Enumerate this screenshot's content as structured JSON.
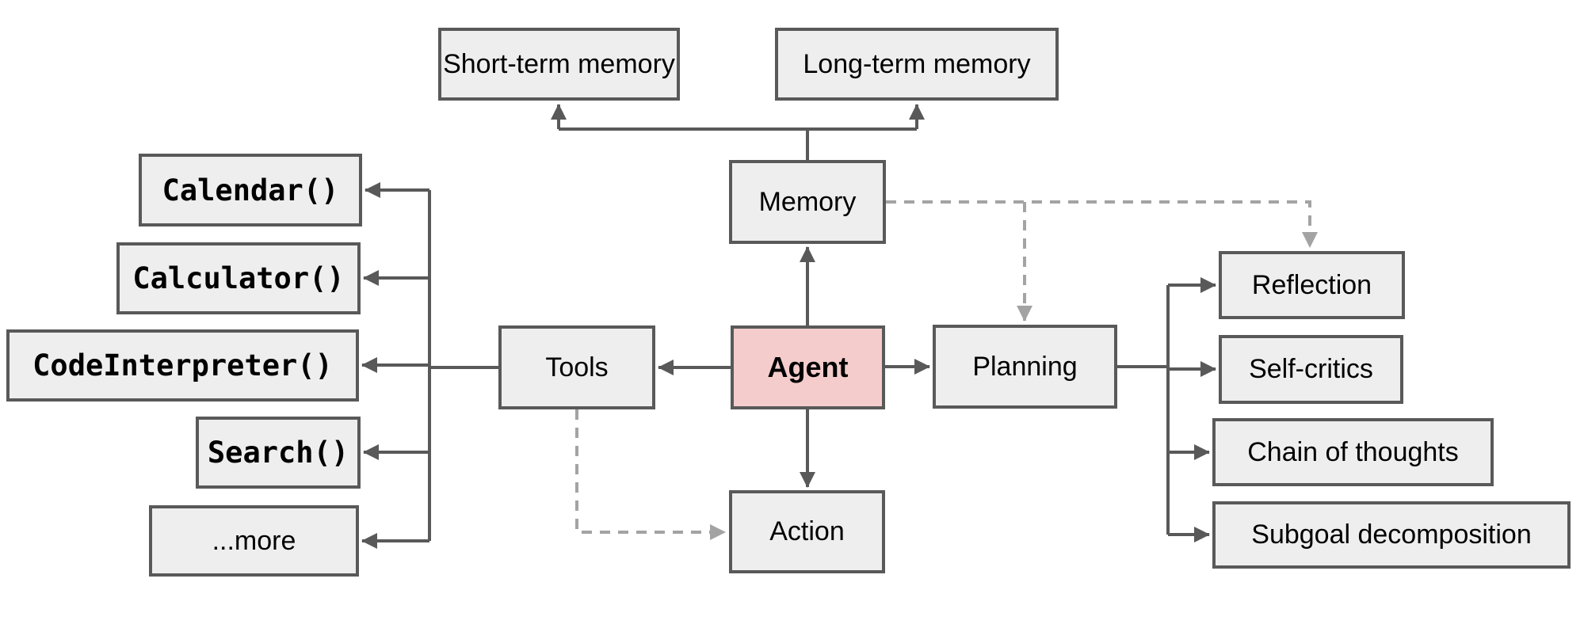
{
  "nodes": {
    "agent": {
      "label": "Agent"
    },
    "memory": {
      "label": "Memory"
    },
    "tools": {
      "label": "Tools"
    },
    "planning": {
      "label": "Planning"
    },
    "action": {
      "label": "Action"
    },
    "short_term_memory": {
      "label": "Short-term memory"
    },
    "long_term_memory": {
      "label": "Long-term memory"
    },
    "calendar": {
      "label": "Calendar()"
    },
    "calculator": {
      "label": "Calculator()"
    },
    "code_interpreter": {
      "label": "CodeInterpreter()"
    },
    "search": {
      "label": "Search()"
    },
    "more": {
      "label": "...more"
    },
    "reflection": {
      "label": "Reflection"
    },
    "self_critics": {
      "label": "Self-critics"
    },
    "chain_of_thoughts": {
      "label": "Chain of thoughts"
    },
    "subgoal_decomposition": {
      "label": "Subgoal decomposition"
    }
  },
  "edges": [
    {
      "from": "agent",
      "to": "memory",
      "style": "solid"
    },
    {
      "from": "agent",
      "to": "tools",
      "style": "solid"
    },
    {
      "from": "agent",
      "to": "planning",
      "style": "solid"
    },
    {
      "from": "agent",
      "to": "action",
      "style": "solid"
    },
    {
      "from": "memory",
      "to": "short_term_memory",
      "style": "solid"
    },
    {
      "from": "memory",
      "to": "long_term_memory",
      "style": "solid"
    },
    {
      "from": "tools",
      "to": "calendar",
      "style": "solid"
    },
    {
      "from": "tools",
      "to": "calculator",
      "style": "solid"
    },
    {
      "from": "tools",
      "to": "code_interpreter",
      "style": "solid"
    },
    {
      "from": "tools",
      "to": "search",
      "style": "solid"
    },
    {
      "from": "tools",
      "to": "more",
      "style": "solid"
    },
    {
      "from": "planning",
      "to": "reflection",
      "style": "solid"
    },
    {
      "from": "planning",
      "to": "self_critics",
      "style": "solid"
    },
    {
      "from": "planning",
      "to": "chain_of_thoughts",
      "style": "solid"
    },
    {
      "from": "planning",
      "to": "subgoal_decomposition",
      "style": "solid"
    },
    {
      "from": "memory",
      "to": "planning",
      "style": "dashed"
    },
    {
      "from": "memory",
      "to": "reflection",
      "style": "dashed"
    },
    {
      "from": "tools",
      "to": "action",
      "style": "dashed"
    }
  ],
  "colors": {
    "background": "#ffffff",
    "node_fill": "#eeeeee",
    "node_border": "#595959",
    "agent_fill": "#f4cccc",
    "solid_connector": "#595959",
    "dashed_connector": "#a3a3a3",
    "text": "#000000"
  }
}
